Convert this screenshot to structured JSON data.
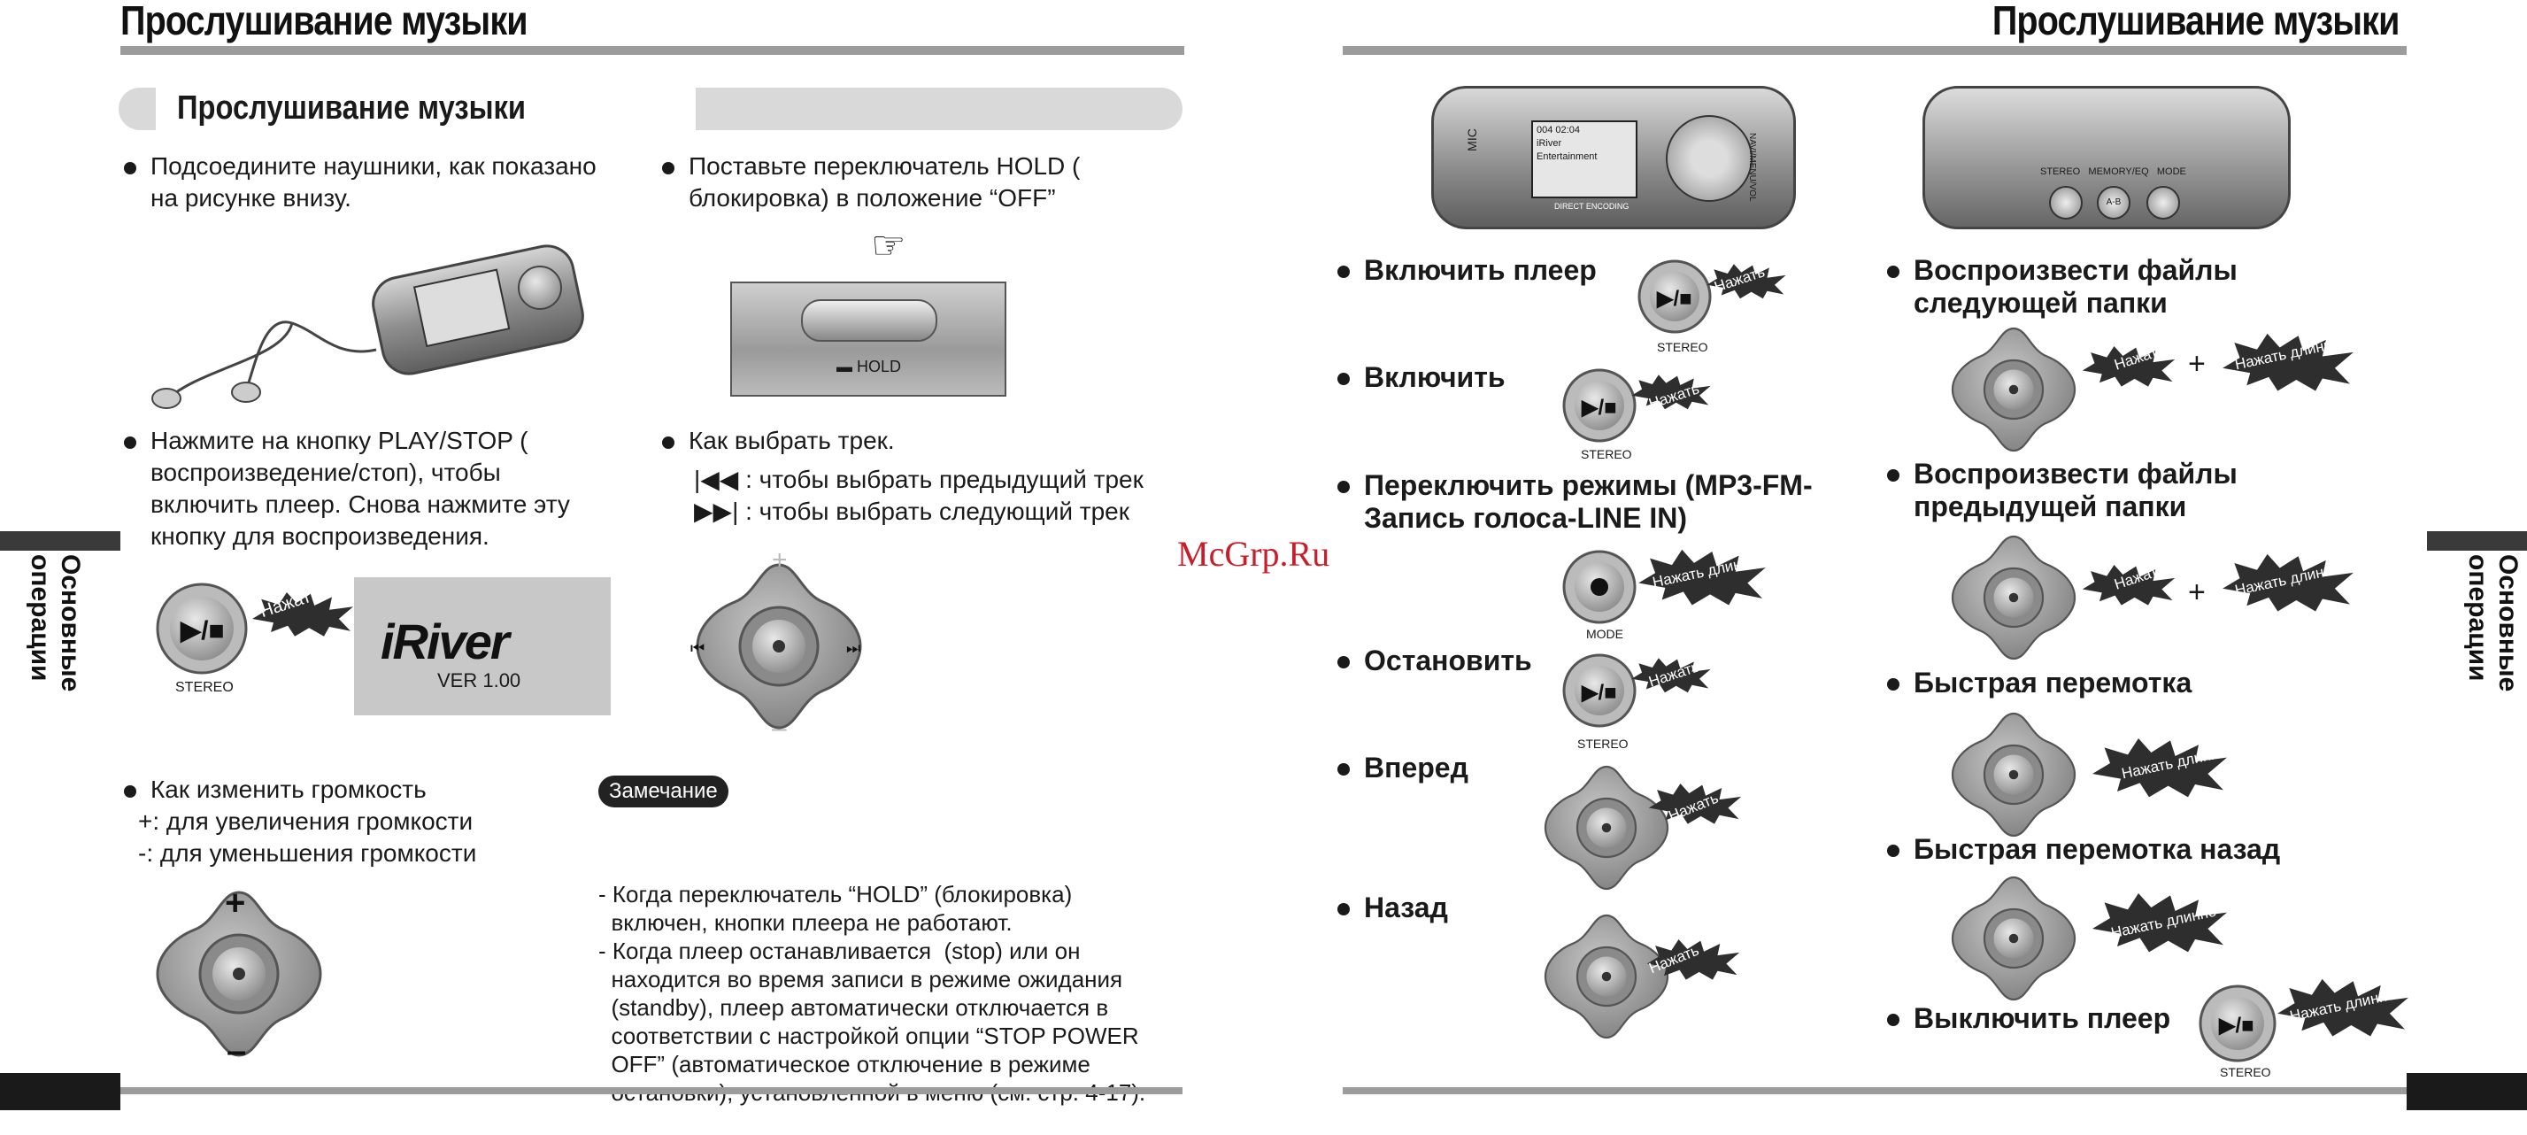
{
  "header": {
    "left_title": "Прослушивание музыки",
    "right_title": "Прослушивание музыки",
    "section_title": "Прослушивание музыки"
  },
  "side_tab": {
    "left": "Основные операции",
    "right": "Основные операции"
  },
  "watermark": "McGrp.Ru",
  "left_page": {
    "step_connect": [
      "Подсоедините наушники, как показано",
      "на рисунке внизу."
    ],
    "step_hold": [
      "Поставьте переключатель HOLD (",
      "блокировка) в положение “OFF”"
    ],
    "hold_label": "HOLD",
    "step_play": [
      "Нажмите на кнопку PLAY/STOP (",
      "воспроизведение/стоп), чтобы",
      "включить плеер. Снова нажмите эту",
      "кнопку для воспроизведения."
    ],
    "step_track": "Как выбрать трек.",
    "track_prev": ": чтобы выбрать предыдущий трек",
    "track_next": ": чтобы выбрать следующий трек",
    "press_label": "Нажать",
    "stereo_label": "STEREO",
    "logo_text": "iRiver",
    "version": "VER 1.00",
    "step_volume": "Как изменить громкость",
    "volume_up": "+: для увеличения громкости",
    "volume_down": "-: для уменьшения громкости",
    "note_label": "Замечание",
    "note_lines": [
      "- Когда переключатель “HOLD” (блокировка)",
      "  включен, кнопки плеера не работают.",
      "- Когда плеер останавливается  (stop) или он",
      "  находится во время записи в режиме ожидания",
      "  (standby), плеер автоматически отключается в",
      "  соответствии с настройкой опции “STOP POWER",
      "  OFF” (автоматическое отключение в режиме",
      "  остановки), установленной в меню (см. стр. 4-17)."
    ]
  },
  "device_screen": {
    "line1": "004   02:04",
    "line2": "iRiver",
    "line3": "Entertainment",
    "footer": "DIRECT ENCODING",
    "mic": "MIC",
    "nav": "NAVI/MENU/VOL"
  },
  "bottom_device": {
    "labels": [
      "STEREO",
      "MEMORY/EQ",
      "MODE"
    ],
    "ab": "A-B"
  },
  "right_page": {
    "col1": [
      {
        "label": "Включить плеер",
        "action": "Нажать",
        "button": "STEREO"
      },
      {
        "label": "Включить",
        "action": "Нажать",
        "button": "STEREO"
      },
      {
        "label": [
          "Переключить режимы (MP3-FM-",
          "Запись голоса-LINE IN)"
        ],
        "action": "Нажать длинно",
        "button": "MODE"
      },
      {
        "label": "Остановить",
        "action": "Нажать",
        "button": "STEREO"
      },
      {
        "label": "Вперед",
        "action": "Нажать"
      },
      {
        "label": "Назад",
        "action": "Нажать"
      }
    ],
    "col2": [
      {
        "label": [
          "Воспроизвести файлы",
          "следующей папки"
        ],
        "action1": "Нажать",
        "plus": "+",
        "action2": "Нажать длинно"
      },
      {
        "label": [
          "Воспроизвести  файлы",
          "предыдущей папки"
        ],
        "action1": "Нажать",
        "plus": "+",
        "action2": "Нажать длинно"
      },
      {
        "label": "Быстрая перемотка",
        "action": "Нажать длинно"
      },
      {
        "label": "Быстрая перемотка назад",
        "action": "Нажать длинно"
      },
      {
        "label": "Выключить плеер",
        "action": "Нажать длинно",
        "button": "STEREO"
      }
    ]
  },
  "colors": {
    "rule": "#9c9c9c",
    "banner": "#d9d9d9",
    "dark": "#1a1a1a",
    "metal": "#9a9a9a"
  }
}
